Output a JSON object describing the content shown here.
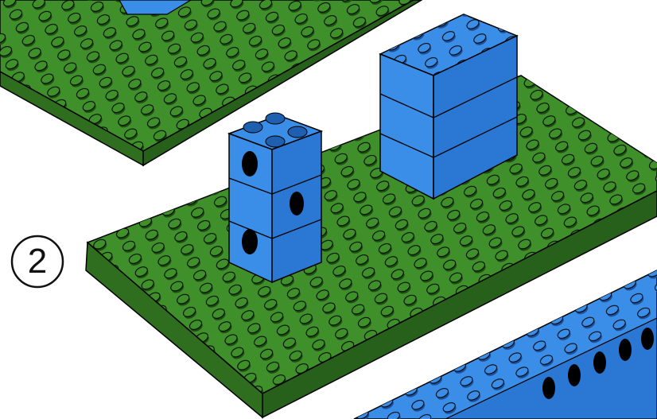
{
  "step": {
    "number": "2"
  },
  "colors": {
    "plate_top": "#3f8f2a",
    "plate_side": "#2f6e1f",
    "brick_top": "#3a8ee8",
    "brick_side": "#2a78d4",
    "outline": "#000000"
  },
  "icons": {
    "step_badge": "circled-number",
    "baseplate": "lego-baseplate",
    "brick_stack_2x2": "lego-brick-2x2-stack",
    "brick_stack_2x4": "lego-brick-2x4-stack"
  }
}
